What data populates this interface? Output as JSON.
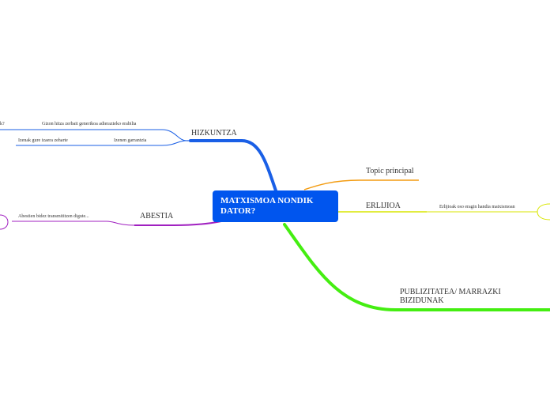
{
  "central": {
    "title": "MATXISMOA NONDIK DATOR?"
  },
  "branches": {
    "hizkuntza": {
      "label": "HIZKUNTZA",
      "color": "#1a5fe6"
    },
    "topic": {
      "label": "Topic principal",
      "color": "#f39c12"
    },
    "erlijioa": {
      "label": "ERLIJIOA",
      "color": "#d9e600"
    },
    "abestia": {
      "label": "ABESTIA",
      "color": "#a020c0"
    },
    "publizitatea": {
      "label": "PUBLIZITATEA/ MARRAZKI BIZIDUNAK",
      "color": "#44ee11"
    }
  },
  "subtopics": {
    "gizon_hitza": "Gizon hitza zerbait generikoa adierazteko erabilia",
    "cut_left": "k?",
    "izenen_garrantzia": "Izenen garrantzia",
    "izenak": "Izenak gure izaera zeharte",
    "erlijioak": "Erlijioak oso eragin handia matxismoan",
    "abestien": "Abestien bidez transmititzen digute..."
  }
}
